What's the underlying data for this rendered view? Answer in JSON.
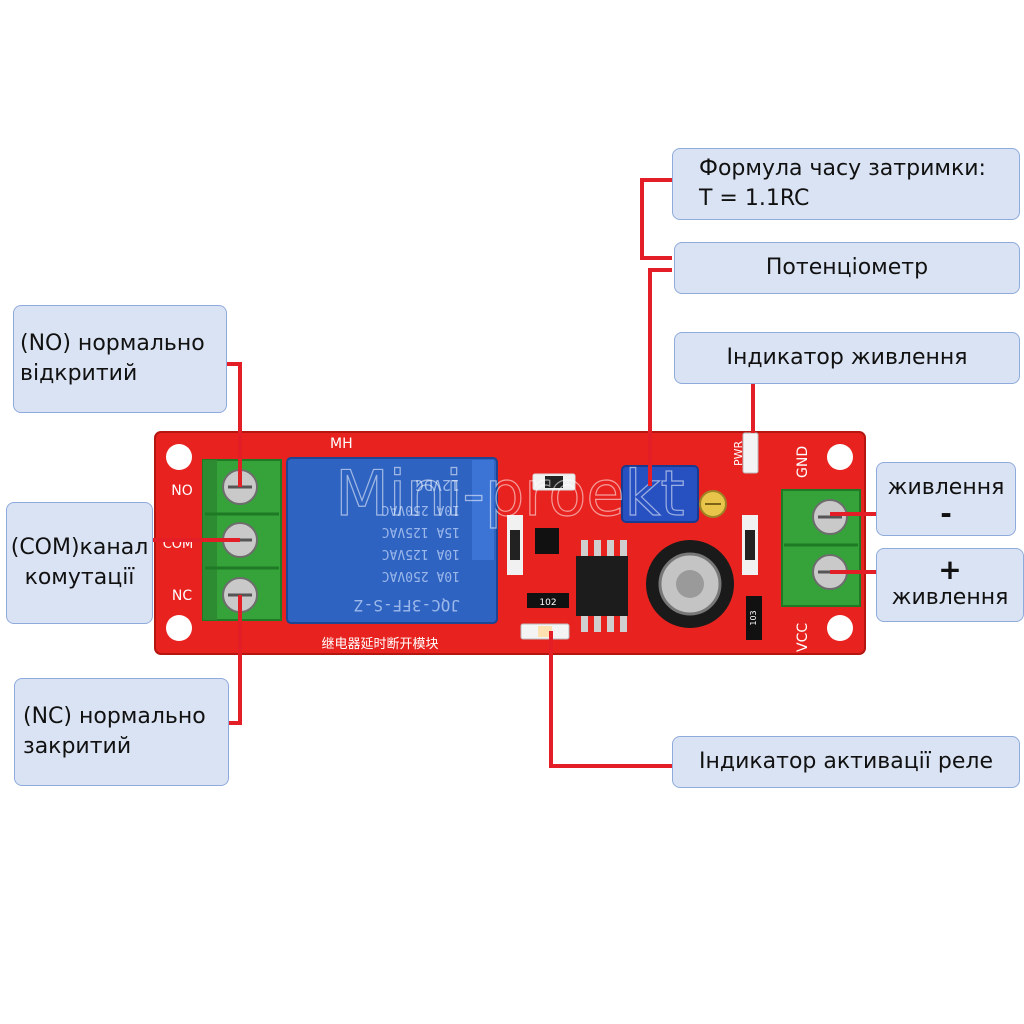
{
  "callouts": {
    "delay_formula": {
      "line1": "Формула часу затримки:",
      "line2": "T = 1.1RC"
    },
    "potentiometer": "Потенціометр",
    "power_led": "Індикатор живлення",
    "no_terminal": {
      "line1": "(NO) нормально",
      "line2": "відкритий"
    },
    "com_terminal": {
      "line1": "(COM)канал",
      "line2": "комутації"
    },
    "nc_terminal": {
      "line1": "(NC) нормально",
      "line2": "закритий"
    },
    "relay_led": "Індикатор активації реле",
    "power_minus": {
      "text": "живлення",
      "sign": "-"
    },
    "power_plus": {
      "sign": "+",
      "text": "живлення"
    }
  },
  "board": {
    "terminal_labels": {
      "no": "NO",
      "com": "COM",
      "nc": "NC",
      "gnd": "GND",
      "vcc": "VCC",
      "pwr": "PWR"
    },
    "brand": "MH",
    "relay_markings": [
      "JQC-3FF-S-Z",
      "10A 250VAC",
      "10A 125VAC",
      "15A 125VAC",
      "10A 250VAC",
      "12VDC"
    ],
    "caption": "继电器延时断开模块",
    "resistor_codes": [
      "103",
      "102"
    ],
    "watermark": "Mini-proekt"
  },
  "colors": {
    "pcb": "#e8231f",
    "terminal": "#35a23a",
    "relay": "#2e63c2",
    "callout_fill": "#dae3f3",
    "callout_border": "#8faadc",
    "leader": "#e41e26"
  }
}
